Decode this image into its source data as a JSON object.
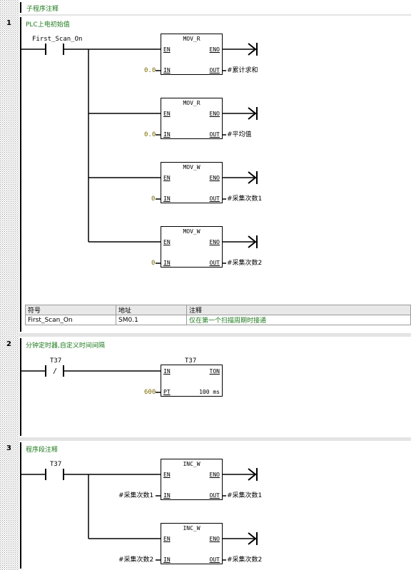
{
  "subroutine_comment": "子程序注释",
  "networks": [
    {
      "number": "1",
      "comment": "PLC上电初始值"
    },
    {
      "number": "2",
      "comment": "分钟定时器,自定义时间间隔"
    },
    {
      "number": "3",
      "comment": "程序段注释"
    }
  ],
  "net1": {
    "contact_label": "First_Scan_On",
    "boxes": [
      {
        "title": "MOV_R",
        "in": "0.0",
        "out": "#累计求和"
      },
      {
        "title": "MOV_R",
        "in": "0.0",
        "out": "#平均值"
      },
      {
        "title": "MOV_W",
        "in": "0",
        "out": "#采集次数1"
      },
      {
        "title": "MOV_W",
        "in": "0",
        "out": "#采集次数2"
      }
    ]
  },
  "symbol_table": {
    "headers": [
      "符号",
      "地址",
      "注释"
    ],
    "row": [
      "First_Scan_On",
      "SM0.1",
      "仅在第一个扫描周期时接通"
    ]
  },
  "net2": {
    "contact_label": "T37",
    "contact_symbol": "/",
    "timer_name": "T37",
    "timer_type": "TON",
    "pt_value": "600",
    "resolution": "100 ms"
  },
  "net3": {
    "contact_label": "T37",
    "boxes": [
      {
        "title": "INC_W",
        "in": "#采集次数1",
        "out": "#采集次数1"
      },
      {
        "title": "INC_W",
        "in": "#采集次数2",
        "out": "#采集次数2"
      }
    ]
  },
  "pins": {
    "en": "EN",
    "eno": "ENO",
    "in": "IN",
    "out": "OUT",
    "pt": "PT"
  }
}
